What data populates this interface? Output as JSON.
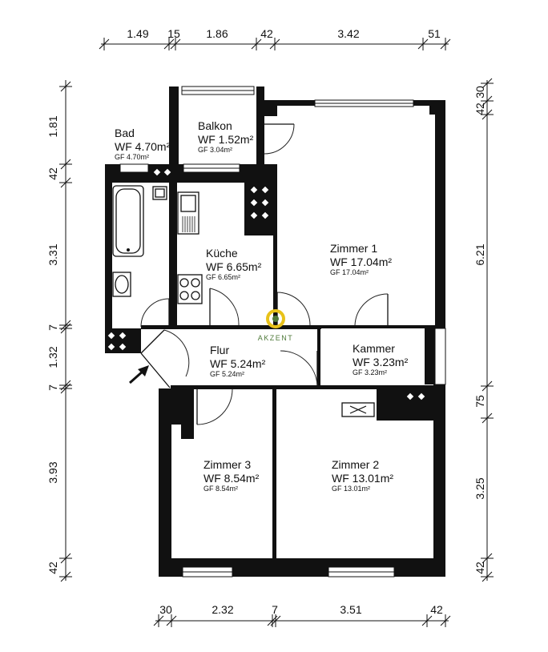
{
  "dimensions": {
    "top": [
      "1.49",
      "15",
      "1.86",
      "42",
      "3.42",
      "51"
    ],
    "bottom": [
      "30",
      "2.32",
      "7",
      "3.51",
      "42"
    ],
    "left": [
      "1.81",
      "42",
      "3.31",
      "7",
      "1.32",
      "7",
      "3.93",
      "42"
    ],
    "right": [
      "42",
      "30",
      "6.21",
      "75",
      "3.25",
      "42"
    ]
  },
  "rooms": {
    "bad": {
      "name": "Bad",
      "wf": "WF 4.70m²",
      "gf": "GF 4.70m²"
    },
    "balkon": {
      "name": "Balkon",
      "wf": "WF 1.52m²",
      "gf": "GF 3.04m²"
    },
    "kueche": {
      "name": "Küche",
      "wf": "WF 6.65m²",
      "gf": "GF 6.65m²"
    },
    "zimmer1": {
      "name": "Zimmer 1",
      "wf": "WF 17.04m²",
      "gf": "GF 17.04m²"
    },
    "flur": {
      "name": "Flur",
      "wf": "WF 5.24m²",
      "gf": "GF 5.24m²"
    },
    "kammer": {
      "name": "Kammer",
      "wf": "WF 3.23m²",
      "gf": "GF 3.23m²"
    },
    "zimmer3": {
      "name": "Zimmer 3",
      "wf": "WF 8.54m²",
      "gf": "GF 8.54m²"
    },
    "zimmer2": {
      "name": "Zimmer 2",
      "wf": "WF 13.01m²",
      "gf": "GF 13.01m²"
    }
  },
  "logo": {
    "text": "AKZENT"
  },
  "colors": {
    "wall": "#111111",
    "logo_yellow": "#e8c21a",
    "logo_green": "#4f7a3a"
  }
}
